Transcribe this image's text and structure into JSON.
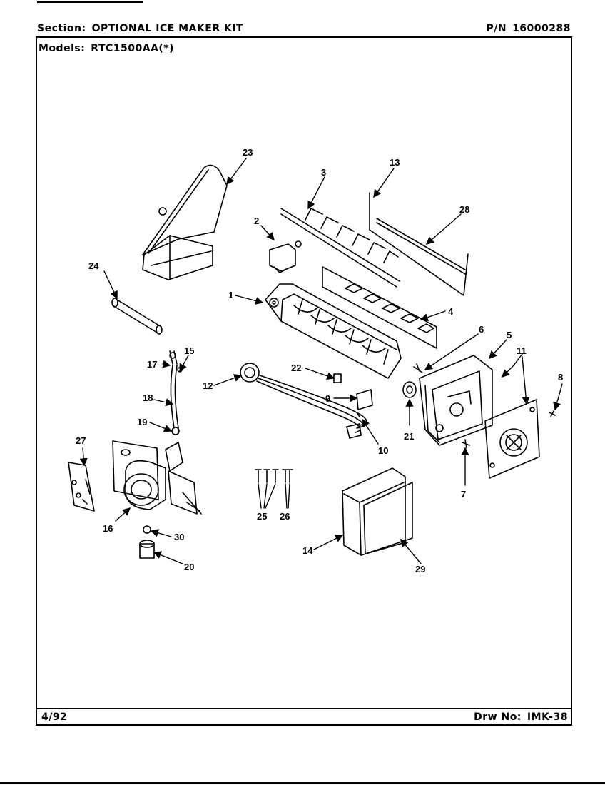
{
  "header": {
    "section_key": "Section:",
    "section_value": "OPTIONAL ICE MAKER KIT",
    "pn_key": "P/N",
    "pn_value": "16000288",
    "models_key": "Models:",
    "models_value": "RTC1500AA(*)"
  },
  "footer": {
    "date": "4/92",
    "drw_key": "Drw No:",
    "drw_value": "IMK-38"
  },
  "callouts": [
    "23",
    "3",
    "13",
    "28",
    "2",
    "24",
    "1",
    "4",
    "6",
    "5",
    "11",
    "8",
    "17",
    "15",
    "18",
    "12",
    "22",
    "9",
    "10",
    "21",
    "7",
    "19",
    "27",
    "16",
    "25",
    "26",
    "30",
    "20",
    "14",
    "29"
  ]
}
